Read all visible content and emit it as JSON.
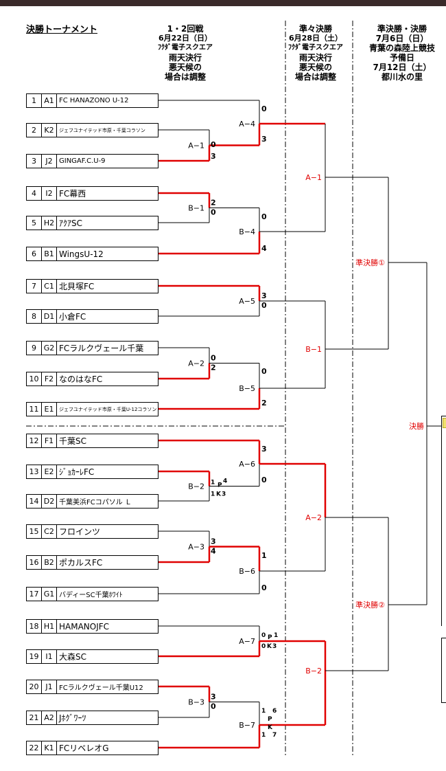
{
  "title": "決勝トーナメント",
  "headers": {
    "round12": [
      "1・2回戦",
      "6月22日（日）",
      "ﾌｸﾀﾞ電子スクエア",
      "雨天決行",
      "悪天候の",
      "場合は調整"
    ],
    "qf": [
      "準々決勝",
      "6月28日（土）",
      "ﾌｸﾀﾞ電子スクエア",
      "雨天決行",
      "悪天候の",
      "場合は調整"
    ],
    "sf": [
      "準決勝・決勝",
      "7月6日（日）",
      "青葉の森陸上競技",
      "予備日",
      "7月12日（土）",
      "都川水の里"
    ]
  },
  "teams": [
    {
      "num": "1",
      "seed": "A1",
      "name": "FC HANAZONO U-12"
    },
    {
      "num": "2",
      "seed": "K2",
      "name": "ジェフユナイテッド市原・千葉コラソン"
    },
    {
      "num": "3",
      "seed": "J2",
      "name": "GINGAF.C.U-9"
    },
    {
      "num": "4",
      "seed": "I2",
      "name": "FC幕西"
    },
    {
      "num": "5",
      "seed": "H2",
      "name": "ｱｸｱSC"
    },
    {
      "num": "6",
      "seed": "B1",
      "name": "WingsU-12"
    },
    {
      "num": "7",
      "seed": "C1",
      "name": "北貝塚FC"
    },
    {
      "num": "8",
      "seed": "D1",
      "name": "小倉FC"
    },
    {
      "num": "9",
      "seed": "G2",
      "name": "FCラルクヴェール千葉"
    },
    {
      "num": "10",
      "seed": "F2",
      "name": "なのはなFC"
    },
    {
      "num": "11",
      "seed": "E1",
      "name": "ジェフユナイテッド市原・千葉U-12コラソン"
    },
    {
      "num": "12",
      "seed": "F1",
      "name": "千葉SC"
    },
    {
      "num": "13",
      "seed": "E2",
      "name": "ｼﾞｮｶｰﾚFC"
    },
    {
      "num": "14",
      "seed": "D2",
      "name": "千葉美浜FCコパソル Ｌ"
    },
    {
      "num": "15",
      "seed": "C2",
      "name": "フロインツ"
    },
    {
      "num": "16",
      "seed": "B2",
      "name": "ポカルスFC"
    },
    {
      "num": "17",
      "seed": "G1",
      "name": "バディーSC千葉ﾎﾜｲﾄ"
    },
    {
      "num": "18",
      "seed": "H1",
      "name": "HAMANOJFC"
    },
    {
      "num": "19",
      "seed": "I1",
      "name": "大森SC"
    },
    {
      "num": "20",
      "seed": "J1",
      "name": "FCラルクヴェール千葉U12"
    },
    {
      "num": "21",
      "seed": "A2",
      "name": "Jﾎｸﾞﾜｰﾂ"
    },
    {
      "num": "22",
      "seed": "K1",
      "name": "FCリベレオG"
    }
  ],
  "matches": {
    "A1": "A−1",
    "B1": "B−1",
    "A4": "A−4",
    "B4": "B−4",
    "A5": "A−5",
    "A2": "A−2",
    "B5": "B−5",
    "A6": "A−6",
    "B2": "B−2",
    "A3": "A−3",
    "B6": "B−6",
    "A7": "A−7",
    "B3": "B−3",
    "B7": "B−7",
    "QA1": "A−1",
    "QB1": "B−1",
    "QA2": "A−2",
    "QB2": "B−2",
    "SF1": "準決勝①",
    "SF2": "準決勝②",
    "F": "決勝"
  },
  "scores": {
    "A4_top": "0",
    "A4_bot": "3",
    "A1_top": "0",
    "A1_bot": "3",
    "B1_top": "2",
    "B1_bot": "0",
    "B4_top": "0",
    "B4_bot": "4",
    "A5_top": "3",
    "A5_bot": "0",
    "A2_top": "0",
    "A2_bot": "2",
    "B5_top": "0",
    "B5_bot": "2",
    "A6_top": "3",
    "A6_bot": "0",
    "B2_top": "1",
    "B2_top_pk": "4",
    "B2_bot": "1",
    "B2_bot_pk": "3",
    "A3_top": "3",
    "A3_bot": "4",
    "B6_top": "1",
    "B6_bot": "0",
    "A7_top": "0",
    "A7_top_pk": "1",
    "A7_bot": "0",
    "A7_bot_pk": "3",
    "B3_top": "3",
    "B3_bot": "0",
    "B7_top": "1",
    "B7_top_pk": "6",
    "B7_bot": "1",
    "B7_bot_pk": "7"
  },
  "pk_letters": {
    "p": "P",
    "k": "K"
  },
  "colors": {
    "win": "#e00000",
    "lose": "#000000",
    "label_red": "#e00000"
  }
}
